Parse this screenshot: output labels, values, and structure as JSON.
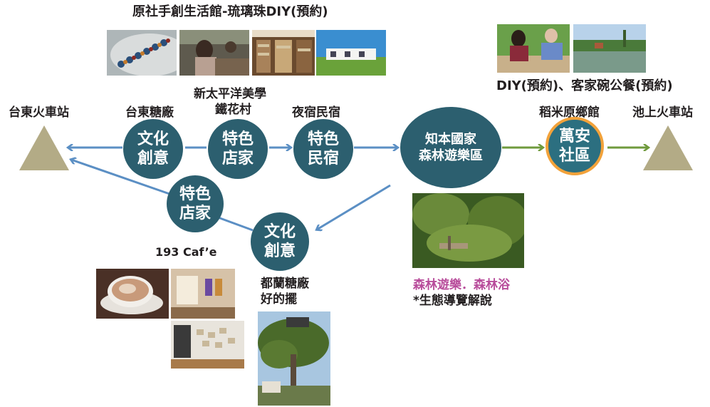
{
  "top_caption": "原社手創生活館-琉璃珠DIY(預約)",
  "right_caption": "DIY(預約)、客家碗公餐(預約)",
  "stations": {
    "left": "台東火車站",
    "right": "池上火車站"
  },
  "labels": {
    "taitung_sugar": "台東糖廠",
    "new_pacific_line1": "新太平洋美學",
    "new_pacific_line2": "鐵花村",
    "night_stay": "夜宿民宿",
    "daomi": "稻米原鄉館",
    "cafe": "193 Caf’e",
    "dulan_line1": "都蘭糖廠",
    "dulan_line2": "好的擺",
    "forest_activity": "森林遊樂．森林浴",
    "eco_tour": "*生態導覽解說"
  },
  "nodes": {
    "culture1": [
      "文化",
      "創意"
    ],
    "shop1": [
      "特色",
      "店家"
    ],
    "bnb": [
      "特色",
      "民宿"
    ],
    "zhiben": [
      "知本國家",
      "森林遊樂區"
    ],
    "wanan": [
      "萬安",
      "社區"
    ],
    "shop2": [
      "特色",
      "店家"
    ],
    "culture2": [
      "文化",
      "創意"
    ]
  },
  "colors": {
    "node": "#2c5f6f",
    "arrow_blue": "#5b8fc4",
    "arrow_green": "#6f9a3c",
    "wanan_border": "#f2a23a",
    "wanan_fill": "#2c6f80",
    "station": "#b3ab86",
    "forest_text": "#b84c9b"
  }
}
